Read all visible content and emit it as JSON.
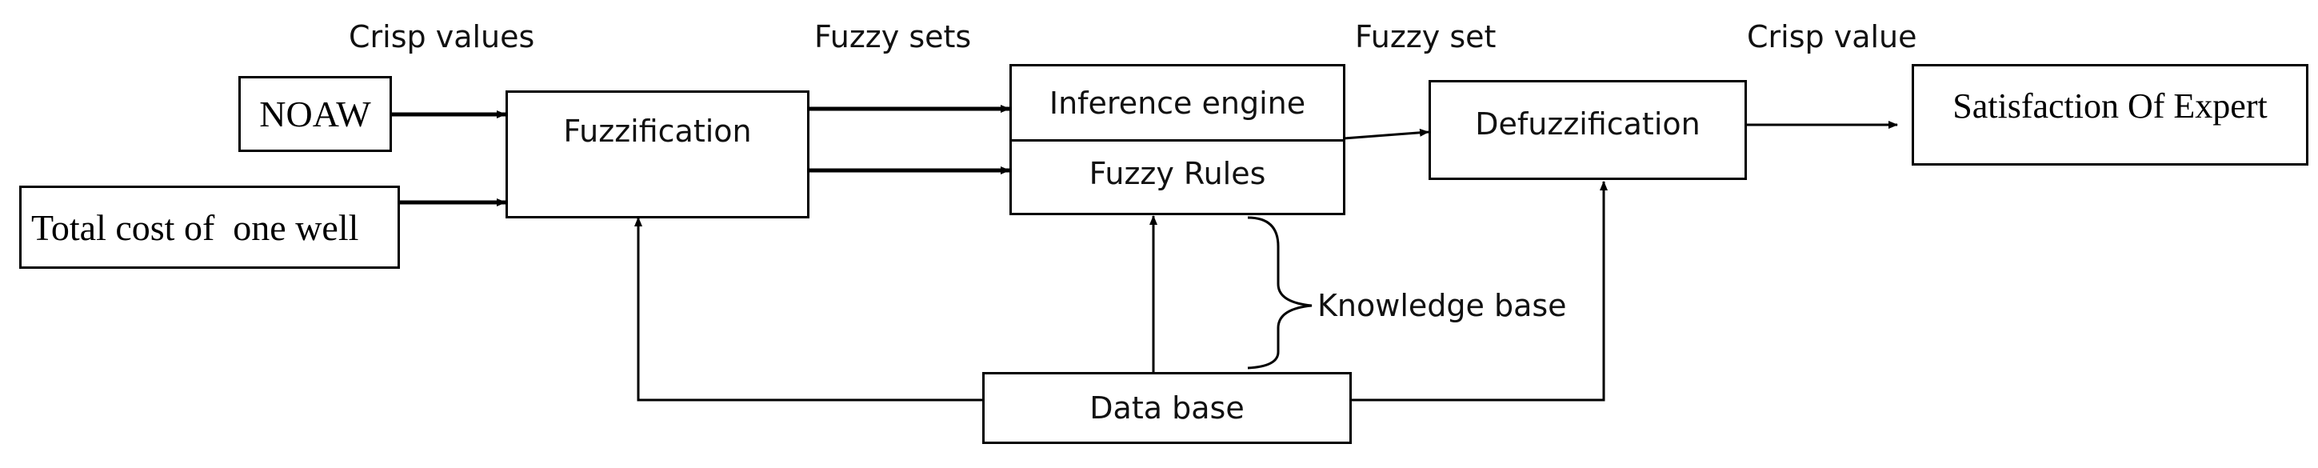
{
  "inputs": {
    "noaw": "NOAW",
    "total_cost": "Total cost of  one well"
  },
  "labels": {
    "crisp_values": "Crisp values",
    "fuzzy_sets": "Fuzzy sets",
    "fuzzy_set": "Fuzzy set",
    "crisp_value": "Crisp value",
    "knowledge_base": "Knowledge base"
  },
  "blocks": {
    "fuzzification": "Fuzzification",
    "inference_engine": "Inference engine",
    "fuzzy_rules": "Fuzzy Rules",
    "defuzzification": "Defuzzification",
    "data_base": "Data base",
    "output": "Satisfaction Of Expert"
  }
}
